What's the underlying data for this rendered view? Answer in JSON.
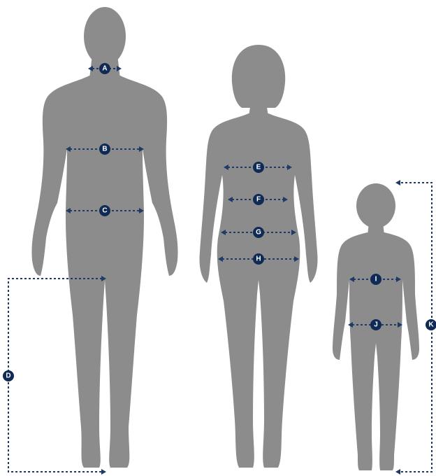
{
  "colors": {
    "silhouette": "#8c8c8c",
    "marker": "#0f2a55",
    "line": "#1e3a66"
  },
  "figures": [
    {
      "name": "man-silhouette"
    },
    {
      "name": "woman-silhouette"
    },
    {
      "name": "child-silhouette"
    }
  ],
  "markers": {
    "A": "A",
    "B": "B",
    "C": "C",
    "D": "D",
    "E": "E",
    "F": "F",
    "G": "G",
    "H": "H",
    "I": "I",
    "J": "J",
    "K": "K"
  }
}
